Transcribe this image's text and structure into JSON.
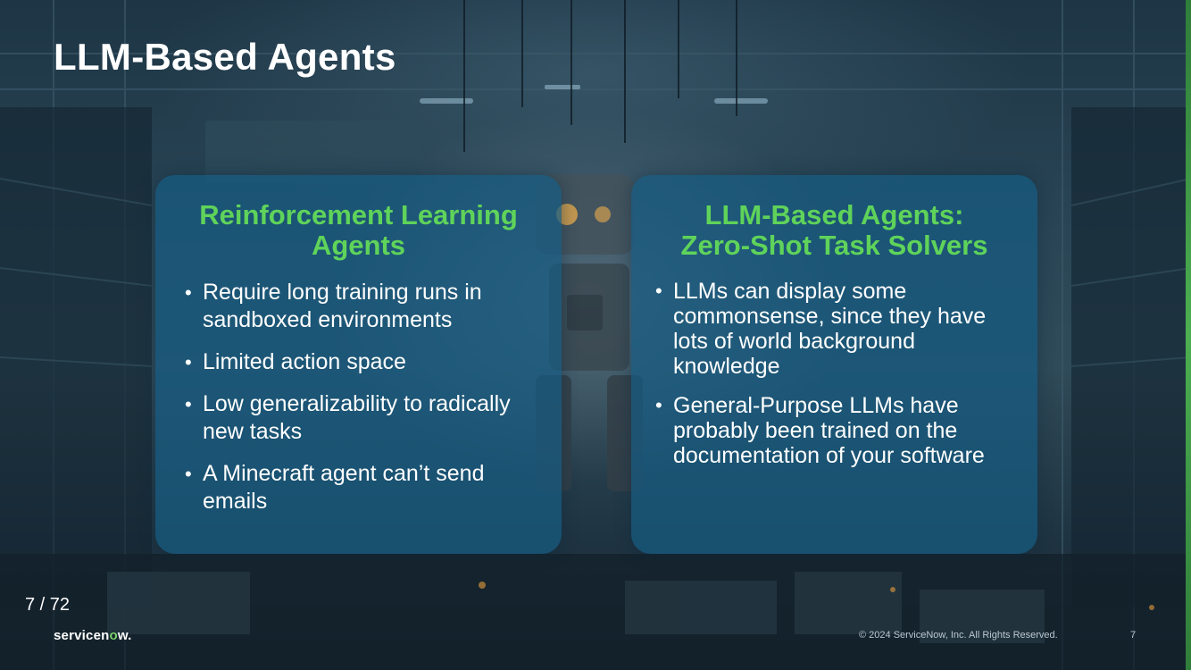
{
  "slide": {
    "title": "LLM-Based Agents",
    "left_card": {
      "title_line1": "Reinforcement Learning",
      "title_line2": "Agents",
      "bullets": [
        "Require long training runs in sandboxed environments",
        "Limited action space",
        "Low generalizability to radically new tasks",
        "A Minecraft agent can’t send emails"
      ]
    },
    "right_card": {
      "title_line1": "LLM-Based Agents:",
      "title_line2": "Zero-Shot Task Solvers",
      "bullets": [
        "LLMs can display some commonsense, since they have lots of world background knowledge",
        "General-Purpose LLMs have probably been trained on the documentation of your software"
      ]
    },
    "page_counter": "7 / 72",
    "footer": {
      "logo_prefix": "servicen",
      "logo_o": "o",
      "logo_suffix": "w.",
      "copyright": "© 2024 ServiceNow, Inc. All Rights Reserved.",
      "slide_number": "7"
    }
  },
  "colors": {
    "heading_green": "#5fd35a",
    "card_blue": "#165c82",
    "edge_green": "#4caf50"
  }
}
